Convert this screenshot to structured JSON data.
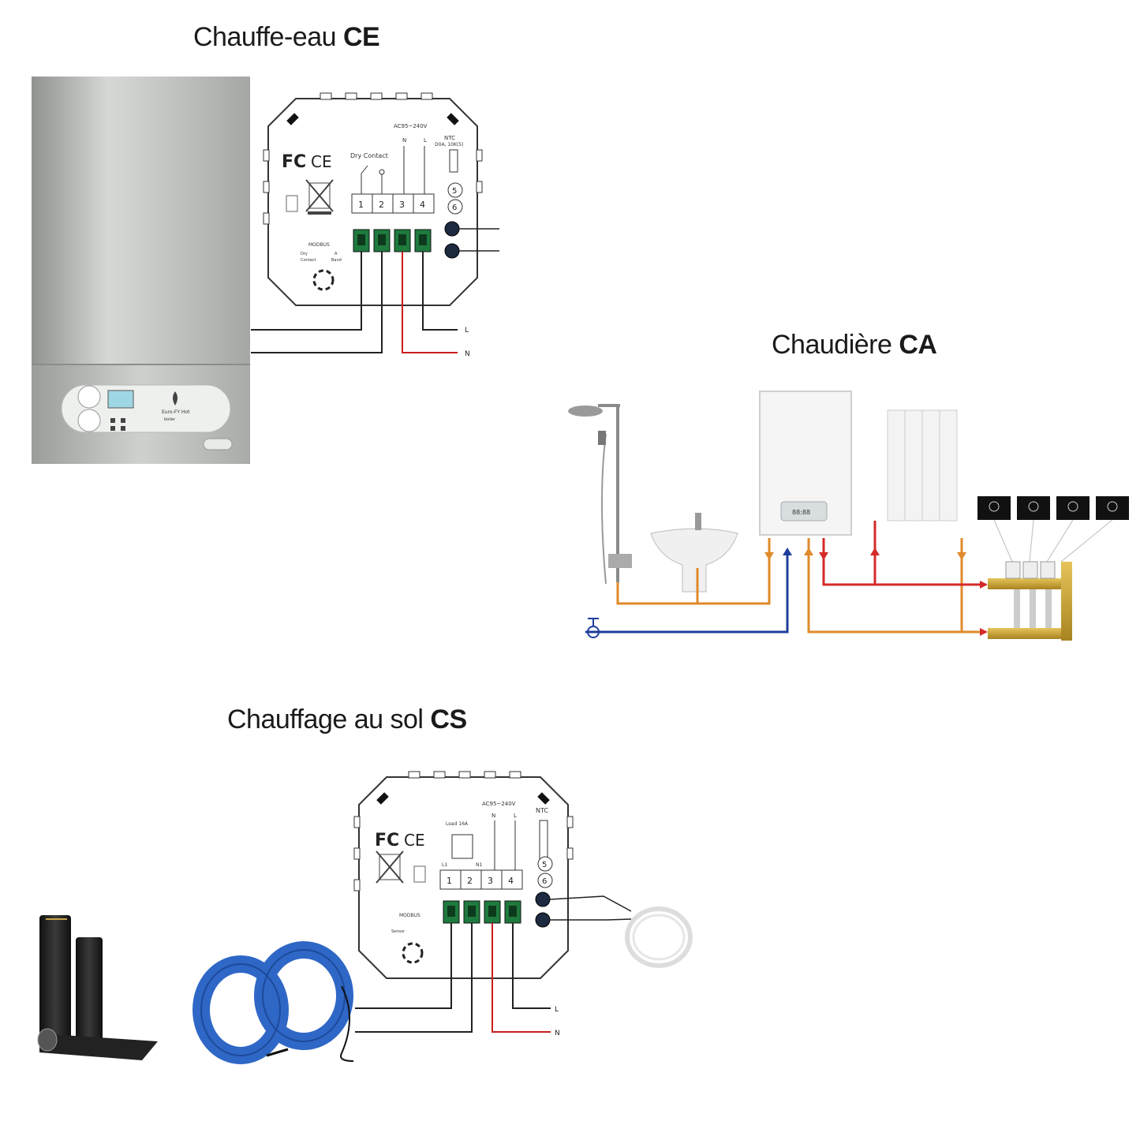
{
  "sections": {
    "ce": {
      "title_prefix": "Chauffe-eau ",
      "title_code": "CE",
      "thermostat": {
        "cert_fc": "FC",
        "cert_ce": "CE",
        "voltage": "AC95~240V",
        "dry_contact": "Dry Contact",
        "ntc": "NTC",
        "ntc_sub": "D0A, 10K(5)",
        "module": "MODBUS",
        "module_sub1": "Dry",
        "module_sub2": "Contact",
        "module_sub3": "A",
        "module_sub4": "Band",
        "term_top_n": "N",
        "term_top_l": "L",
        "terminals": [
          "1",
          "2",
          "3",
          "4"
        ],
        "sensor_terms": [
          "5",
          "6"
        ]
      },
      "line_labels": {
        "l": "L",
        "n": "N"
      },
      "boiler_brand": "Euro-FY Hot",
      "boiler_sub": "boiler"
    },
    "ca": {
      "title_prefix": "Chaudière ",
      "title_code": "CA",
      "boiler_display": "88:88"
    },
    "cs": {
      "title_prefix": "Chauffage au sol ",
      "title_code": "CS",
      "thermostat": {
        "cert_fc": "FC",
        "cert_ce": "CE",
        "voltage": "AC95~240V",
        "load": "Load 16A",
        "ntc": "NTC",
        "module": "MODBUS",
        "module_sub": "Sensor",
        "term_top_n": "N",
        "term_top_l": "L",
        "term_l1": "L1",
        "term_n1": "N1",
        "terminals": [
          "1",
          "2",
          "3",
          "4"
        ],
        "sensor_terms": [
          "5",
          "6"
        ]
      },
      "line_labels": {
        "l": "L",
        "n": "N"
      }
    }
  },
  "colors": {
    "wire_live": "#c81e1e",
    "wire_neutral": "#222222",
    "pipe_hot": "#e08a2a",
    "pipe_cold": "#1e3d9c",
    "pipe_supply": "#d42a2a",
    "cable_blue": "#2f67c6",
    "terminal_green": "#1f7a3e"
  }
}
